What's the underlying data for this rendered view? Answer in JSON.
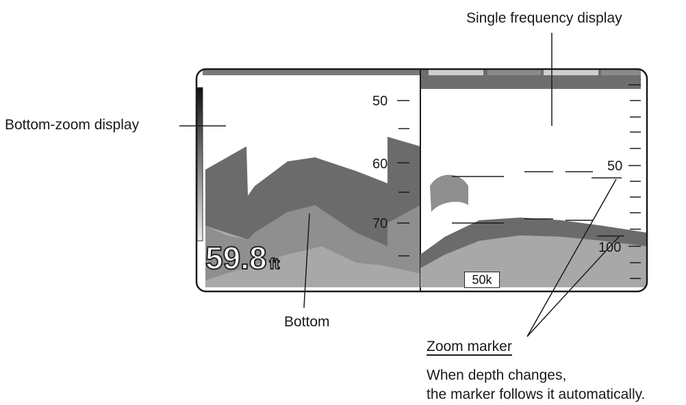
{
  "labels": {
    "single_frequency": "Single frequency display",
    "bottom_zoom": "Bottom-zoom display",
    "bottom": "Bottom",
    "zoom_marker": "Zoom marker",
    "note_line1": "When depth changes,",
    "note_line2": "the marker follows it automatically."
  },
  "screen": {
    "depth_value": "59.8",
    "depth_unit": "ft",
    "frequency_box": "50k",
    "zoom_scale": [
      "50",
      "60",
      "70"
    ],
    "main_scale": [
      "50",
      "100"
    ]
  },
  "colors": {
    "echo_dark": "#6b6b6b",
    "echo_light": "#a8a8a8",
    "frame": "#1a1a1a"
  }
}
